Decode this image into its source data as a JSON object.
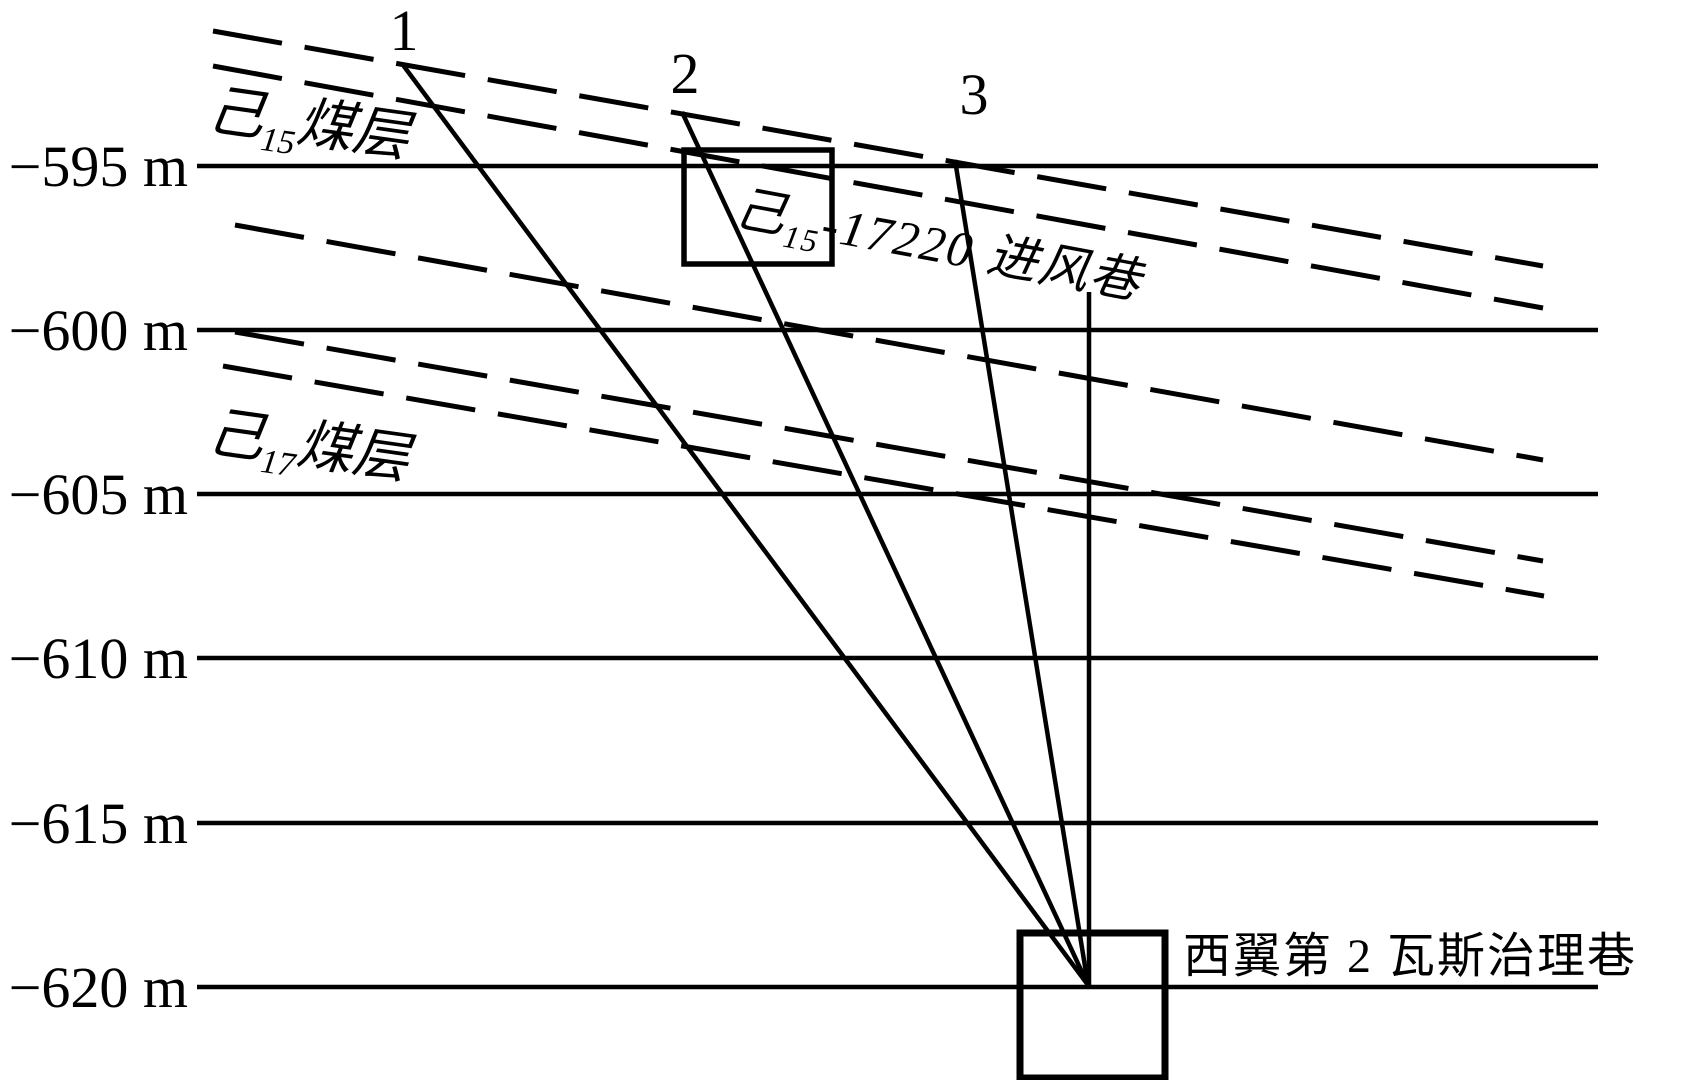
{
  "colors": {
    "ink": "#000000",
    "background": "#ffffff"
  },
  "elevation_labels": [
    {
      "text": "−595 m",
      "value": -595
    },
    {
      "text": "−600 m",
      "value": -600
    },
    {
      "text": "−605 m",
      "value": -605
    },
    {
      "text": "−610 m",
      "value": -610
    },
    {
      "text": "−615 m",
      "value": -615
    },
    {
      "text": "−620 m",
      "value": -620
    }
  ],
  "seam_labels": {
    "seam15": {
      "base": "己",
      "subscript": "15",
      "rest": "煤层"
    },
    "seam17": {
      "base": "己",
      "subscript": "17",
      "rest": "煤层"
    }
  },
  "borehole_labels": {
    "b1": "1",
    "b2": "2",
    "b3": "3"
  },
  "roadway_labels": {
    "intake_base": "己",
    "intake_subscript": "15",
    "intake_rest": "-17220 进风巷",
    "gas_control": "西翼第 2 瓦斯治理巷"
  }
}
